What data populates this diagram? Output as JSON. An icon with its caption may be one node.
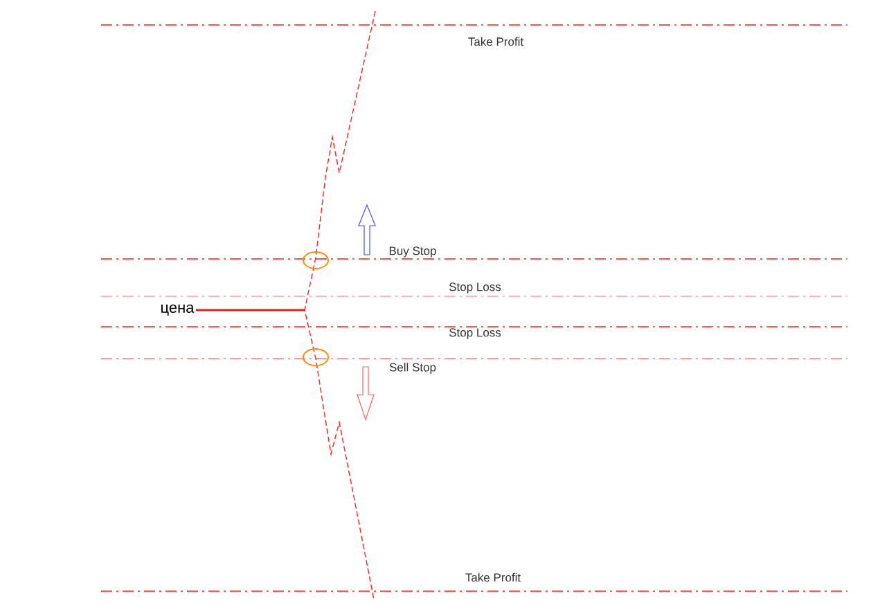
{
  "diagram": {
    "nodes": [
      {
        "text": [
          "цена"
        ]
      },
      {
        "text": [],
        "shape": "line"
      }
    ],
    "edges": [
      {
        "from": 0,
        "to": 1,
        "arrow": "none",
        "color": "#e02020"
      }
    ],
    "labels": [
      "Take Profit",
      "Buy Stop",
      "Stop Loss",
      "Stop Loss",
      "Sell Stop",
      "Take Profit"
    ]
  }
}
